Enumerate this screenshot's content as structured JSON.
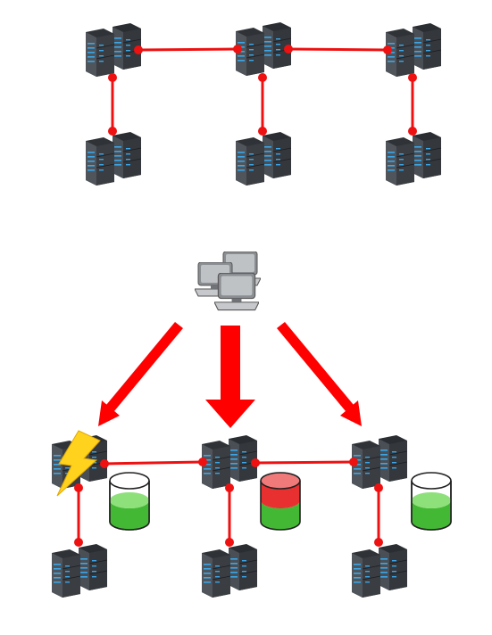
{
  "colors": {
    "link": "#ee1111",
    "node_dot": "#ee1111",
    "server_body": "#3a3d42",
    "server_dark": "#23262a",
    "server_light": "#5b6068",
    "server_led": "#3aa6e8",
    "pc_body": "#a9acb0",
    "pc_screen": "#c9cbce",
    "arrow": "#ff0000",
    "db_green": "#4cc83a",
    "db_red": "#ee3a3a",
    "lightning": "#ffd21e"
  },
  "icons": {
    "server": "server-rack-icon",
    "client": "workstation-cluster-icon",
    "database": "database-cylinder-icon",
    "fault": "lightning-bolt-icon",
    "arrow": "arrow-down-icon"
  },
  "top_network": {
    "servers": [
      "server-top-left",
      "server-top-center",
      "server-top-right"
    ],
    "replicas": [
      "replica-top-left",
      "replica-top-center",
      "replica-top-right"
    ]
  },
  "bottom_network": {
    "servers": [
      {
        "id": "server-bottom-left",
        "status": "failed",
        "db": "green"
      },
      {
        "id": "server-bottom-center",
        "status": "ok",
        "db": "red-top"
      },
      {
        "id": "server-bottom-right",
        "status": "ok",
        "db": "green"
      }
    ],
    "replicas": [
      "replica-bottom-left",
      "replica-bottom-center",
      "replica-bottom-right"
    ]
  }
}
